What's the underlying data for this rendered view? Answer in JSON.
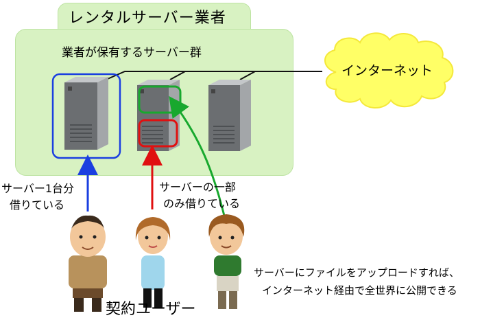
{
  "diagram": {
    "title": "レンタルサーバー業者",
    "servers_label": "業者が保有するサーバー群",
    "internet_label": "インターネット",
    "whole_server_note": [
      "サーバー1台分",
      "借りている"
    ],
    "partial_server_note": [
      "サーバーの一部",
      "のみ借りている"
    ],
    "publish_note": [
      "サーバーにファイルをアップロードすれば、",
      "インターネット経由で全世界に公開できる"
    ],
    "users_label": "契約ユーザー",
    "colors": {
      "panel_fill": "#d8f2c2",
      "cloud_fill": "#ffff66",
      "whole_rental": "#1a3fe0",
      "partial_rental": "#e01010",
      "publish_path": "#18a82e"
    },
    "icons": [
      "server-tower-icon",
      "cloud-icon",
      "person-icon"
    ]
  }
}
